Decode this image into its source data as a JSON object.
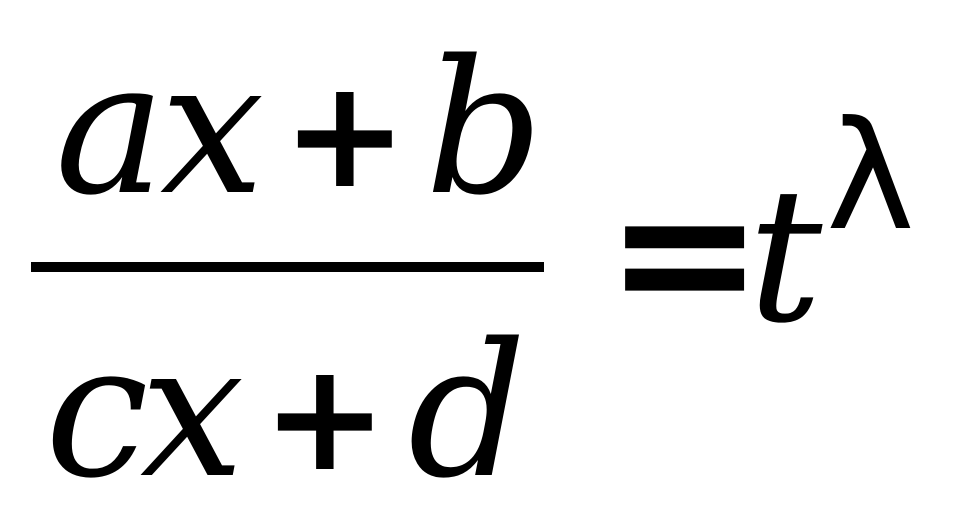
{
  "formula": {
    "numerator": {
      "var1": "a",
      "var2": "x",
      "op": "+",
      "var3": "b"
    },
    "denominator": {
      "var1": "c",
      "var2": "x",
      "op": "+",
      "var3": "d"
    },
    "equals": "=",
    "base": "t",
    "exponent": "λ"
  },
  "colors": {
    "ink": "#000000",
    "background": "#ffffff"
  }
}
